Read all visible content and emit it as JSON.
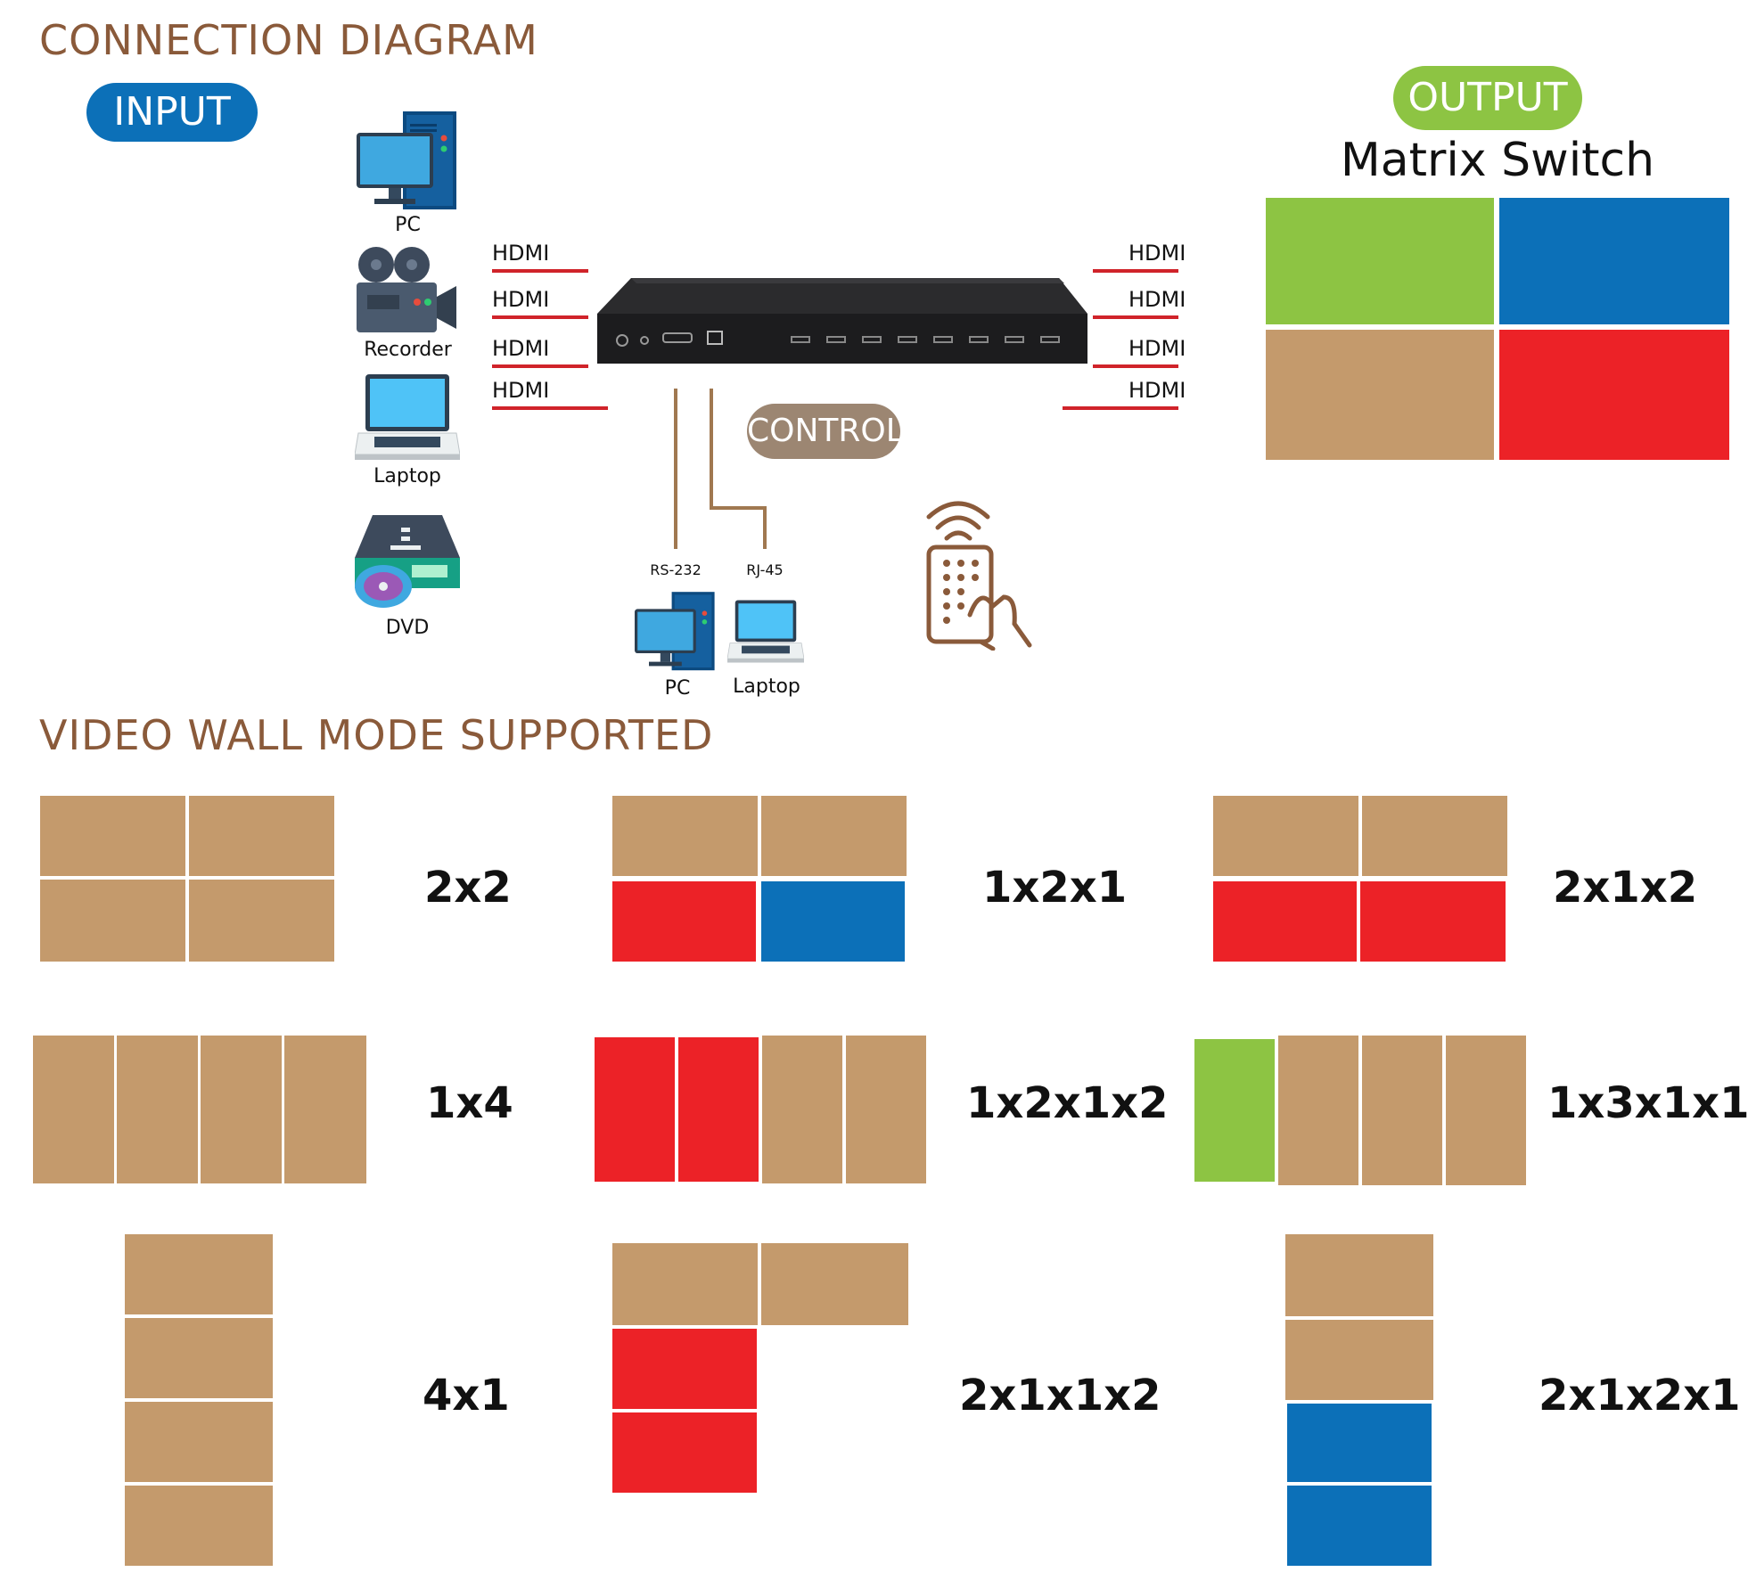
{
  "headings": {
    "connection": "CONNECTION DIAGRAM",
    "videowall": "VIDEO WALL MODE SUPPORTED"
  },
  "badges": {
    "input": "INPUT",
    "output": "OUTPUT",
    "control": "CONTROL"
  },
  "output_title": "Matrix Switch",
  "inputs": [
    {
      "label": "PC",
      "icon": "pc-icon"
    },
    {
      "label": "Recorder",
      "icon": "camcorder-icon"
    },
    {
      "label": "Laptop",
      "icon": "laptop-icon"
    },
    {
      "label": "DVD",
      "icon": "dvd-player-icon"
    }
  ],
  "hdmi_label": "HDMI",
  "control_ports": {
    "rs232": "RS-232",
    "rj45": "RJ-45"
  },
  "control_devices": {
    "pc": "PC",
    "laptop": "Laptop"
  },
  "colors": {
    "tan": "#c49a6c",
    "red": "#ec2227",
    "blue": "#0c70b8",
    "green": "#8dc443",
    "brown": "#8a5a3a"
  },
  "modes": [
    "2x2",
    "1x2x1",
    "2x1x2",
    "1x4",
    "1x2x1x2",
    "1x3x1x1",
    "4x1",
    "2x1x1x2",
    "2x1x2x1"
  ]
}
